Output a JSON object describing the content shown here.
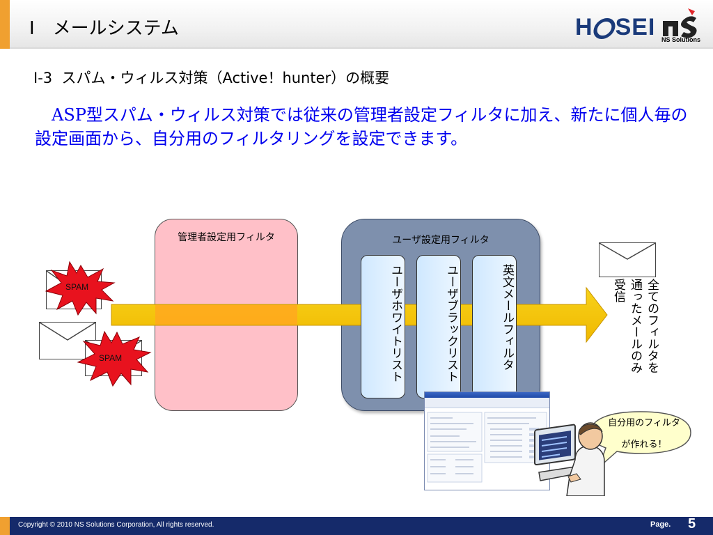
{
  "header": {
    "title": "Ⅰ　メールシステム",
    "logo_text": "H SEI",
    "ns_logo_text": "NS Solutions"
  },
  "section": {
    "subtitle": "Ⅰ-3  スパム・ウィルス対策（Active！hunter）の概要",
    "body": "　ASP型スパム・ウィルス対策では従来の管理者設定フィルタに加え、新たに個人毎の設定画面から、自分用のフィルタリングを設定できます。"
  },
  "diagram": {
    "admin_filter_label": "管理者設定用フィルタ",
    "user_filter_label": "ユーザ設定用フィルタ",
    "user_filters": [
      "ユーザホワイトリスト",
      "ユーザブラックリスト",
      "英文メールフィルタ"
    ],
    "spam_labels": [
      "SPAM",
      "SPAM"
    ],
    "received_text": "全てのフィルタを通ったメールのみ受信",
    "bubble_lines": [
      "自分用のフィルタ",
      "が作れる！"
    ],
    "colors": {
      "admin_box": "#ffc0c8",
      "user_box": "#7e90ad",
      "arrow": "#f5c400",
      "spam_burst": "#e8121e",
      "body_text": "#0000ee"
    }
  },
  "footer": {
    "copyright": "Copyright © 2010 NS Solutions Corporation, All rights reserved.",
    "page_label": "Page.",
    "page_number": "5"
  }
}
